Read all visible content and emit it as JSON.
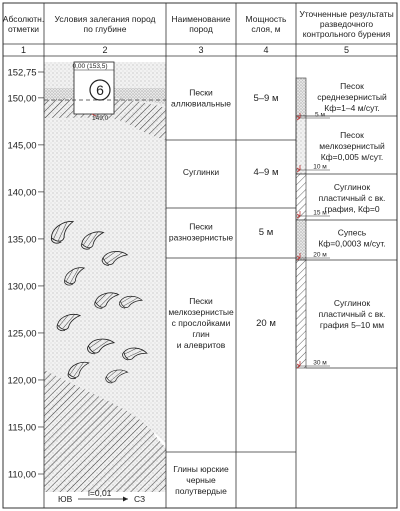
{
  "headers": {
    "col1": [
      "Абсолютн.",
      "отметки"
    ],
    "col2": [
      "Условия залегания пород",
      "по глубине"
    ],
    "col3": [
      "Наименование",
      "пород"
    ],
    "col4": [
      "Мощность",
      "слоя, м"
    ],
    "col5": [
      "Уточненные результаты",
      "разведочного",
      "контрольного бурения"
    ]
  },
  "column_numbers": [
    "1",
    "2",
    "3",
    "4",
    "5"
  ],
  "elevations": [
    {
      "label": "152,75",
      "value": 152.75
    },
    {
      "label": "150,00",
      "value": 150
    },
    {
      "label": "145,00",
      "value": 145
    },
    {
      "label": "140,00",
      "value": 140
    },
    {
      "label": "135,00",
      "value": 135
    },
    {
      "label": "130,00",
      "value": 130
    },
    {
      "label": "125,00",
      "value": 125
    },
    {
      "label": "120,00",
      "value": 120
    },
    {
      "label": "115,00",
      "value": 115
    },
    {
      "label": "110,00",
      "value": 110
    }
  ],
  "layers": [
    {
      "name": [
        "Пески",
        "аллювиальные"
      ],
      "thickness": "5–9 м"
    },
    {
      "name": [
        "Суглинки"
      ],
      "thickness": "4–9 м"
    },
    {
      "name": [
        "Пески",
        "разнозернистые"
      ],
      "thickness": "5 м"
    },
    {
      "name": [
        "Пески",
        "мелкозернистые",
        "с прослойками",
        "глин",
        "и алевритов"
      ],
      "thickness": "20 м"
    },
    {
      "name": [
        "Глины юрские",
        "черные",
        "полутвердые"
      ],
      "thickness": ""
    }
  ],
  "well": {
    "number": "6",
    "top_label": "0,00 (153,5)",
    "water_label": "149,0"
  },
  "boring_results": [
    {
      "lines": [
        "Песок",
        "среднезернистый",
        "Кф=1–4 м/сут."
      ]
    },
    {
      "lines": [
        "Песок",
        "мелкозернистый",
        "Кф=0,005 м/сут."
      ]
    },
    {
      "lines": [
        "Суглинок",
        "пластичный с вк.",
        "графия, Кф=0"
      ]
    },
    {
      "lines": [
        "Супесь",
        "Кф=0,0003 м/сут."
      ]
    },
    {
      "lines": [
        "Суглинок",
        "пластичный с вк.",
        "графия 5–10 мм"
      ]
    }
  ],
  "depth_marks": [
    "5 м",
    "10 м",
    "15 м",
    "20 м",
    "30 м"
  ],
  "slope": {
    "left": "ЮВ",
    "gradient": "i=0,01",
    "right": "СЗ"
  }
}
